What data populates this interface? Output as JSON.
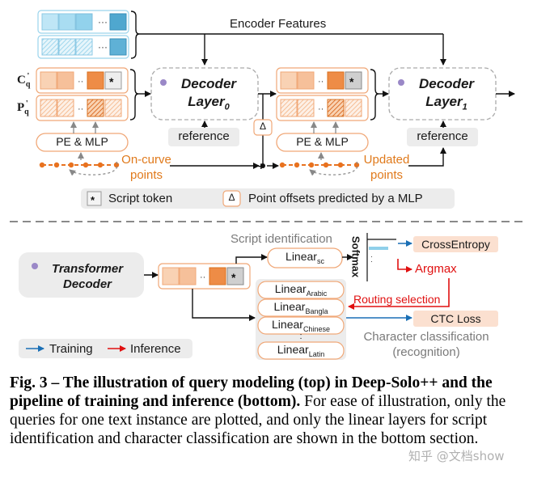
{
  "top": {
    "encoder_features": "Encoder Features",
    "cq_label": "C",
    "cq_sub": "q",
    "pq_label": "P",
    "pq_sub": "q",
    "prime": "'",
    "decoder0": {
      "line1": "Decoder",
      "line2": "Layer",
      "sub": "0"
    },
    "decoder1": {
      "line1": "Decoder",
      "line2": "Layer",
      "sub": "1"
    },
    "reference0": "reference",
    "reference1": "reference",
    "pe_mlp0": "PE & MLP",
    "pe_mlp1": "PE & MLP",
    "on_curve": [
      "On-curve",
      "points"
    ],
    "updated": [
      "Updated",
      "points"
    ],
    "delta": "Δ",
    "star": "*",
    "dots": "···"
  },
  "legend_top": {
    "script_token": "Script token",
    "point_offsets": "Point offsets predicted by a MLP"
  },
  "bottom": {
    "transformer_decoder": [
      "Transformer",
      "Decoder"
    ],
    "script_identification": "Script identification",
    "linear_sc": {
      "main": "Linear",
      "sub": "sc"
    },
    "softmax": "Softmax",
    "cross_entropy": "CrossEntropy",
    "argmax": "Argmax",
    "routing_selection": "Routing selection",
    "ctc_loss": "CTC Loss",
    "char_classification": [
      "Character classification",
      "(recognition)"
    ],
    "linears": [
      {
        "main": "Linear",
        "sub": "Arabic"
      },
      {
        "main": "Linear",
        "sub": "Bangla"
      },
      {
        "main": "Linear",
        "sub": "Chinese"
      },
      {
        "main": "Linear",
        "sub": "Latin"
      }
    ],
    "vdots": ":"
  },
  "legend_bottom": {
    "training": "Training",
    "inference": "Inference"
  },
  "caption": {
    "fig": "Fig. 3",
    "dash": " – ",
    "bold": "The illustration of query modeling (top) in DeepSolo++ and the pipeline of training and inference (bottom).",
    "bold_display": "The illustration of query modeling (top) in Deep-Solo++ and the pipeline of training and inference (bottom).",
    "rest": " For ease of illustration, only the queries for one text instance are plotted, and only the linear layers for script identification and character classification are shown in the bottom section."
  },
  "watermark": "知乎 @文档show",
  "colors": {
    "blue_cube": "#8fd0ea",
    "orange_cube": "#f6b78c",
    "dark_orange": "#e8721f",
    "orange_text": "#e07a1c",
    "training_blue": "#1a6fb5",
    "inference_red": "#e01010",
    "gray_box": "#ececec",
    "purple_dot": "#9a88c7"
  }
}
